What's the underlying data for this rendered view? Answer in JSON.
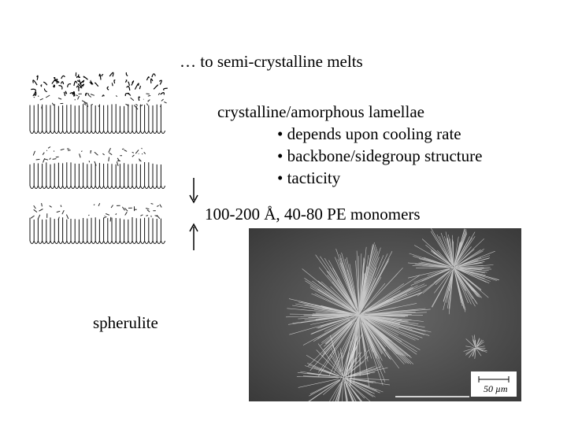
{
  "slide": {
    "title": "… to semi-crystalline melts",
    "heading": "crystalline/amorphous lamellae",
    "bullets": [
      "• depends upon cooling rate",
      "• backbone/sidegroup structure",
      "• tacticity"
    ],
    "dimension_label": "100-200 Å, 40-80 PE monomers",
    "spherulite_label": "spherulite",
    "scale_bar_label": "50 µm"
  },
  "colors": {
    "background": "#ffffff",
    "text": "#000000",
    "micrograph_dark": "#3a3a3a",
    "micrograph_light": "#e8e8e8"
  }
}
